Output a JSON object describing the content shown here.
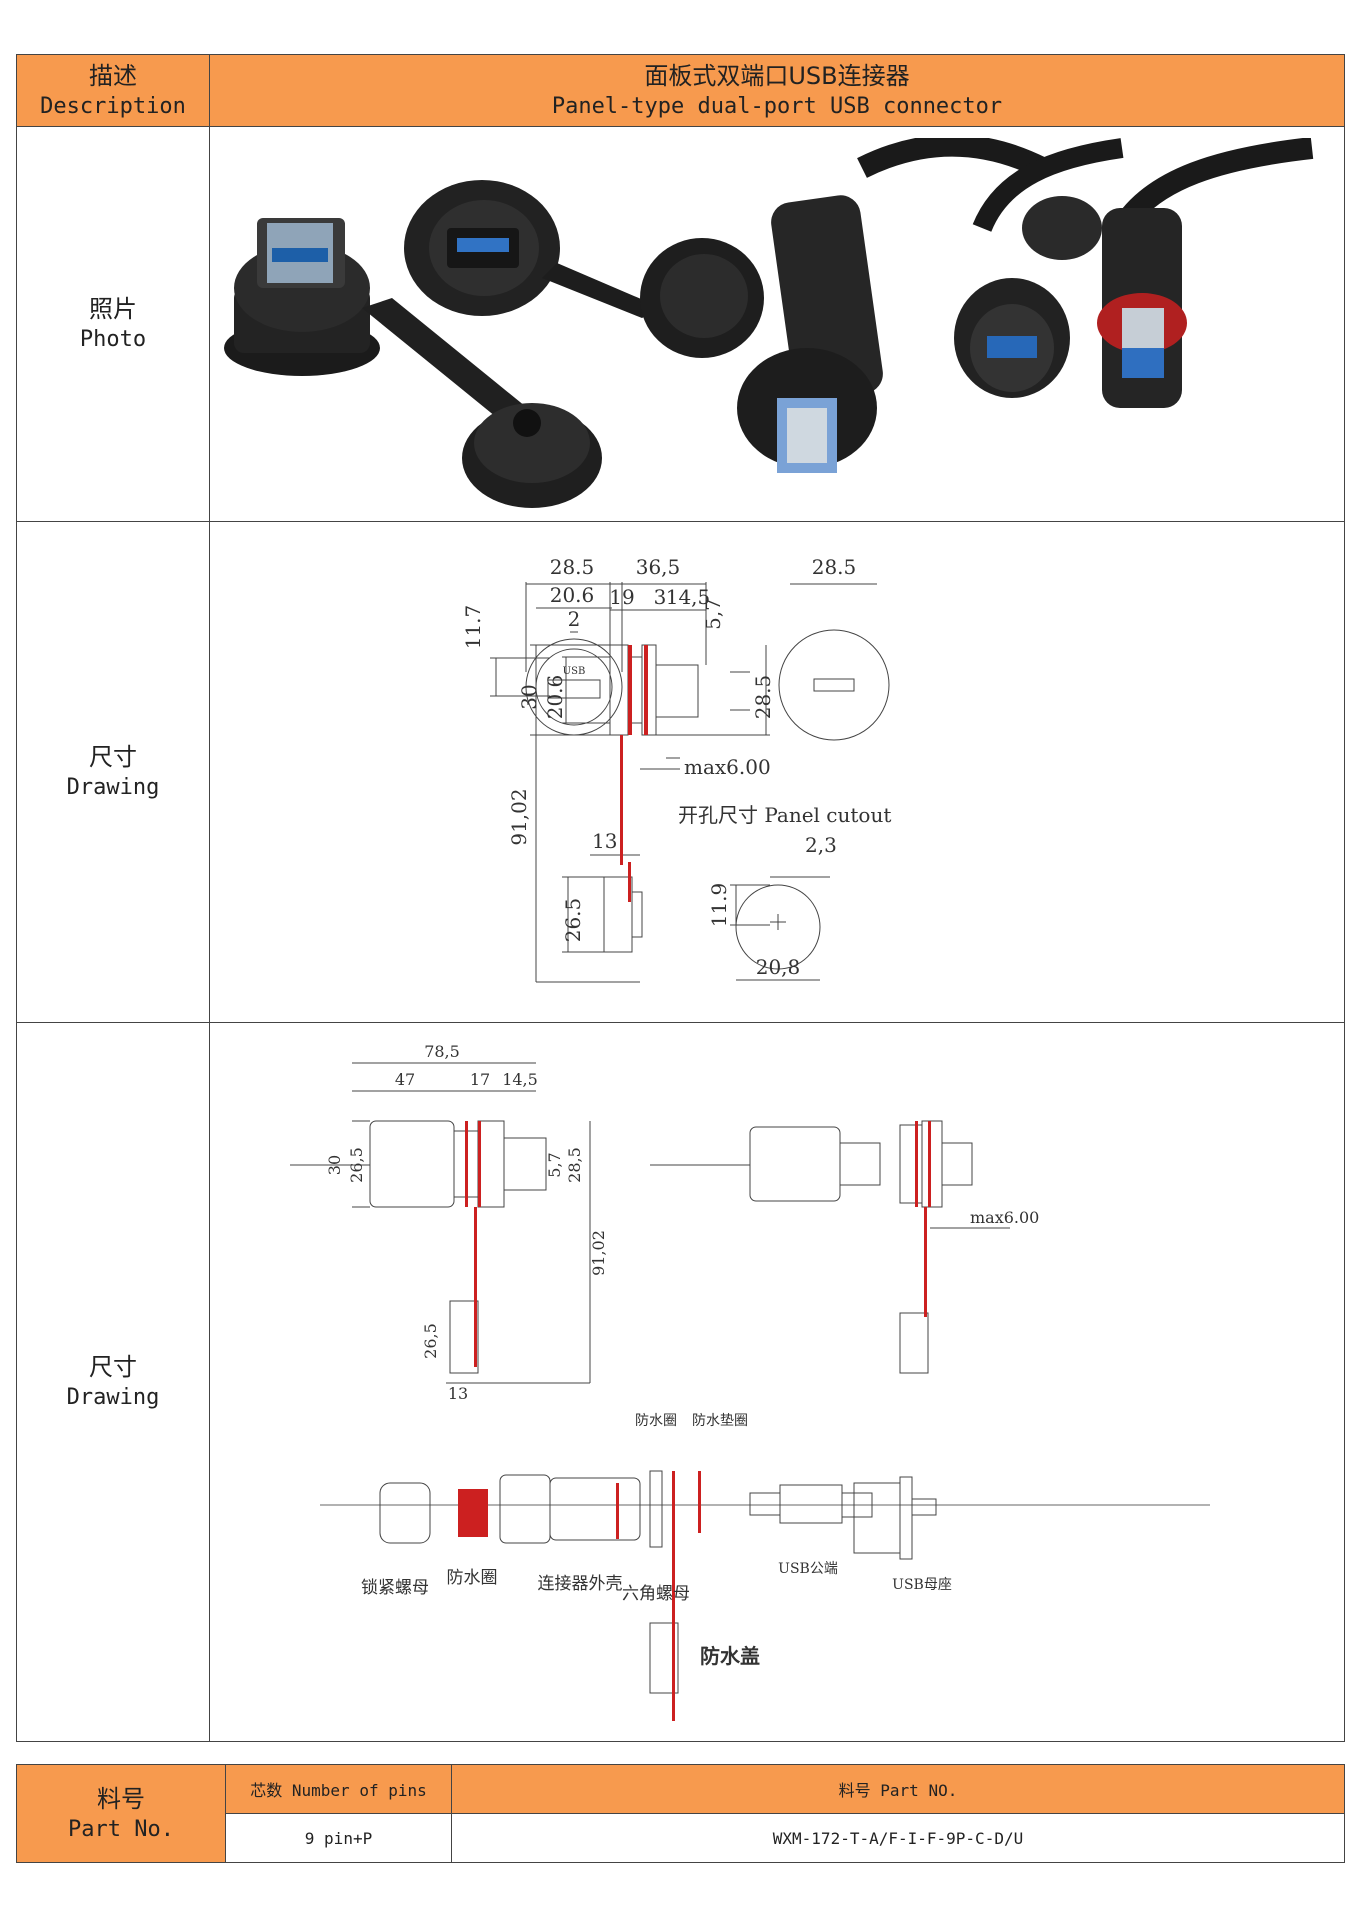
{
  "header": {
    "desc_cn": "描述",
    "desc_en": "Description",
    "title_cn": "面板式双端口USB连接器",
    "title_en": "Panel-type dual-port USB connector"
  },
  "rows": {
    "photo_cn": "照片",
    "photo_en": "Photo",
    "drawing1_cn": "尺寸",
    "drawing1_en": "Drawing",
    "drawing2_cn": "尺寸",
    "drawing2_en": "Drawing"
  },
  "drawing1": {
    "front_w_outer": "28.5",
    "front_w_inner": "20.6",
    "front_2": "2",
    "front_h": "11.7",
    "side_total": "36,5",
    "side_19": "19",
    "side_3": "3",
    "side_14": "14,5",
    "side_57": "5,7",
    "side_30": "30",
    "side_206": "20.6",
    "side_285": "28.5",
    "max": "max6.00",
    "len_9102": "91,02",
    "cap_13": "13",
    "cap_265": "26.5",
    "rear_285": "28.5",
    "cutout_label": "开孔尺寸 Panel cutout",
    "cutout_23": "2,3",
    "cutout_119": "11.9",
    "cutout_208": "20,8",
    "usb_mark": "USB"
  },
  "drawing2": {
    "total": "78,5",
    "d47": "47",
    "d17": "17",
    "d145": "14,5",
    "d30": "30",
    "d265": "26,5",
    "d57": "5,7",
    "d285": "28,5",
    "len": "91,02",
    "cap_265": "26,5",
    "cap_13": "13",
    "max": "max6.00",
    "parts": {
      "fangshuiquan_top": "防水圈",
      "fangshuidianquan": "防水垫圈",
      "suojin": "锁紧螺母",
      "fangshuiquan": "防水圈",
      "waike": "连接器外壳",
      "liujiao": "六角螺母",
      "usb_male": "USB公端",
      "usb_female": "USB母座",
      "cap_label": "防水盖"
    }
  },
  "footer": {
    "part_no_cn": "料号",
    "part_no_en": "Part No.",
    "pins_header": "芯数 Number of pins",
    "partno_header": "料号 Part NO.",
    "pins_value": "9 pin+P",
    "partno_value": "WXM-172-T-A/F-I-F-9P-C-D/U"
  },
  "colors": {
    "header_orange": "#F79A4E",
    "red_part": "#CC2020"
  }
}
